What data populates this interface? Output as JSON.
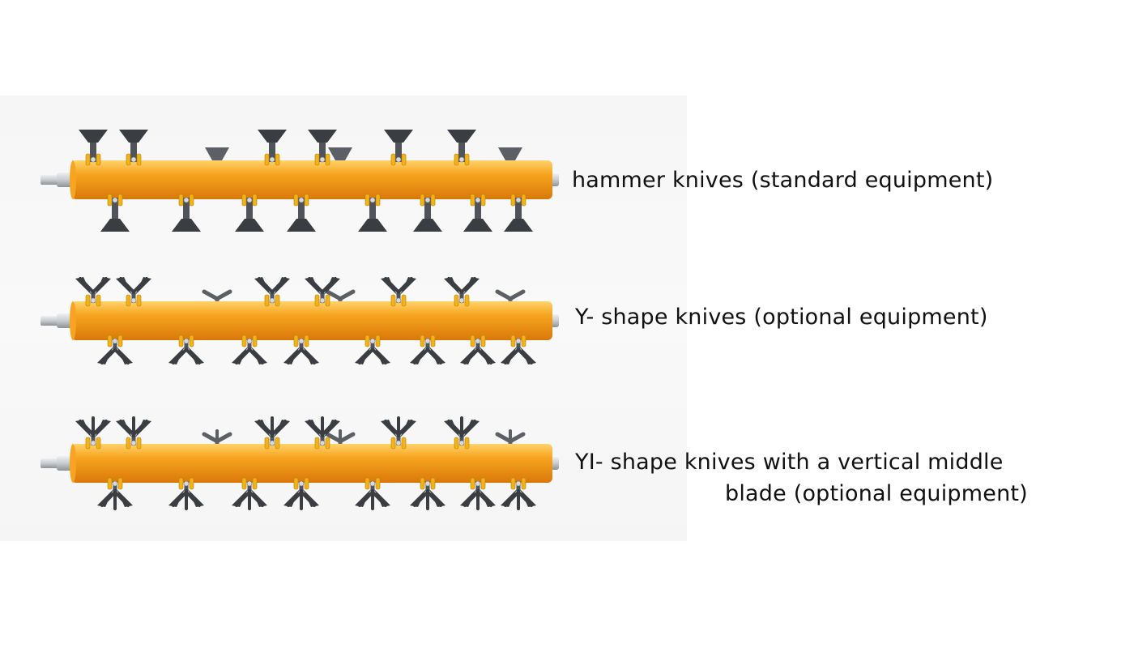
{
  "rotors": [
    {
      "id": "hammer",
      "knife_type": "hammer",
      "lines": [
        "hammer knives (standard equipment)"
      ]
    },
    {
      "id": "y",
      "knife_type": "y-shape",
      "lines": [
        "Y- shape knives (optional equipment)"
      ]
    },
    {
      "id": "yi",
      "knife_type": "yi-shape",
      "lines": [
        "YI- shape knives with a vertical middle",
        "blade (optional equipment)"
      ]
    }
  ],
  "colors": {
    "tube_highlight": "#ffd26a",
    "tube_main": "#f7a520",
    "tube_shadow": "#d9780a",
    "knife_dark": "#3a3d42",
    "knife_mid": "#50545a",
    "bracket_yellow": "#f2b21a",
    "shaft_gray": "#c8ccd0"
  }
}
